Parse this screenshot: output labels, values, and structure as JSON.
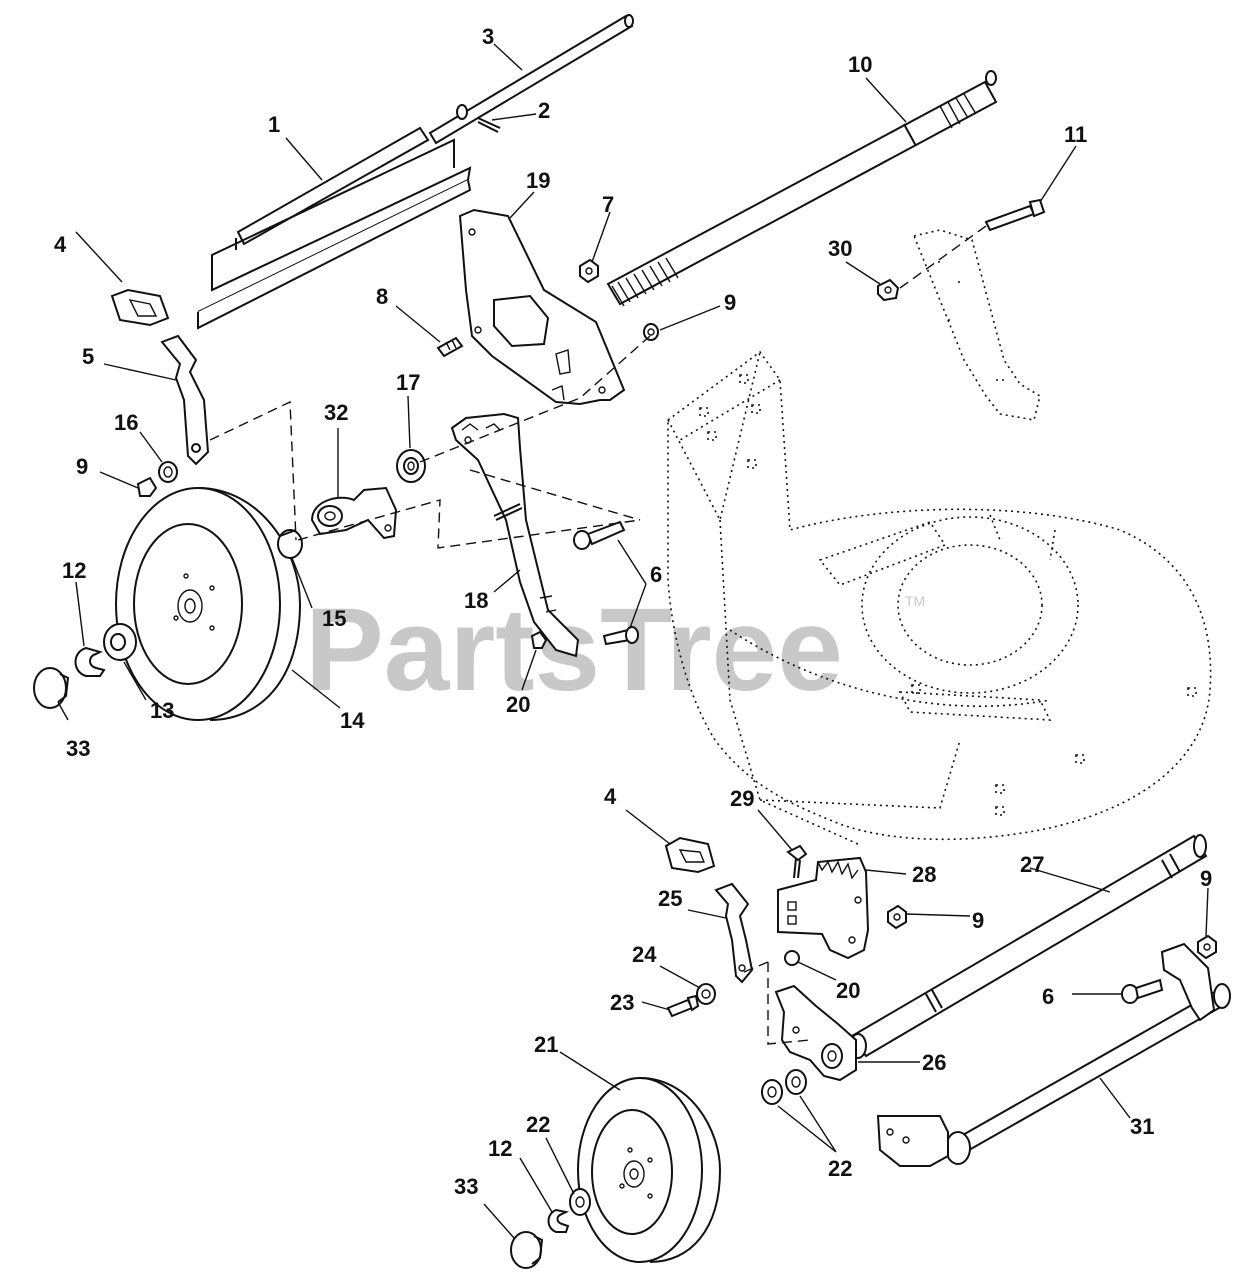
{
  "watermark": {
    "text": "PartsTree",
    "trademark": "TM"
  },
  "diagram": {
    "labels": [
      {
        "id": "1",
        "text": "1"
      },
      {
        "id": "2",
        "text": "2"
      },
      {
        "id": "3",
        "text": "3"
      },
      {
        "id": "4a",
        "text": "4"
      },
      {
        "id": "4b",
        "text": "4"
      },
      {
        "id": "5",
        "text": "5"
      },
      {
        "id": "6a",
        "text": "6"
      },
      {
        "id": "6b",
        "text": "6"
      },
      {
        "id": "7",
        "text": "7"
      },
      {
        "id": "8",
        "text": "8"
      },
      {
        "id": "9a",
        "text": "9"
      },
      {
        "id": "9b",
        "text": "9"
      },
      {
        "id": "9c",
        "text": "9"
      },
      {
        "id": "9d",
        "text": "9"
      },
      {
        "id": "10",
        "text": "10"
      },
      {
        "id": "11",
        "text": "11"
      },
      {
        "id": "12a",
        "text": "12"
      },
      {
        "id": "12b",
        "text": "12"
      },
      {
        "id": "13",
        "text": "13"
      },
      {
        "id": "14",
        "text": "14"
      },
      {
        "id": "15",
        "text": "15"
      },
      {
        "id": "16",
        "text": "16"
      },
      {
        "id": "17",
        "text": "17"
      },
      {
        "id": "18",
        "text": "18"
      },
      {
        "id": "19",
        "text": "19"
      },
      {
        "id": "20a",
        "text": "20"
      },
      {
        "id": "20b",
        "text": "20"
      },
      {
        "id": "21",
        "text": "21"
      },
      {
        "id": "22a",
        "text": "22"
      },
      {
        "id": "22b",
        "text": "22"
      },
      {
        "id": "23",
        "text": "23"
      },
      {
        "id": "24",
        "text": "24"
      },
      {
        "id": "25",
        "text": "25"
      },
      {
        "id": "26",
        "text": "26"
      },
      {
        "id": "27",
        "text": "27"
      },
      {
        "id": "28",
        "text": "28"
      },
      {
        "id": "29",
        "text": "29"
      },
      {
        "id": "30",
        "text": "30"
      },
      {
        "id": "31",
        "text": "31"
      },
      {
        "id": "32",
        "text": "32"
      },
      {
        "id": "33a",
        "text": "33"
      },
      {
        "id": "33b",
        "text": "33"
      }
    ]
  }
}
